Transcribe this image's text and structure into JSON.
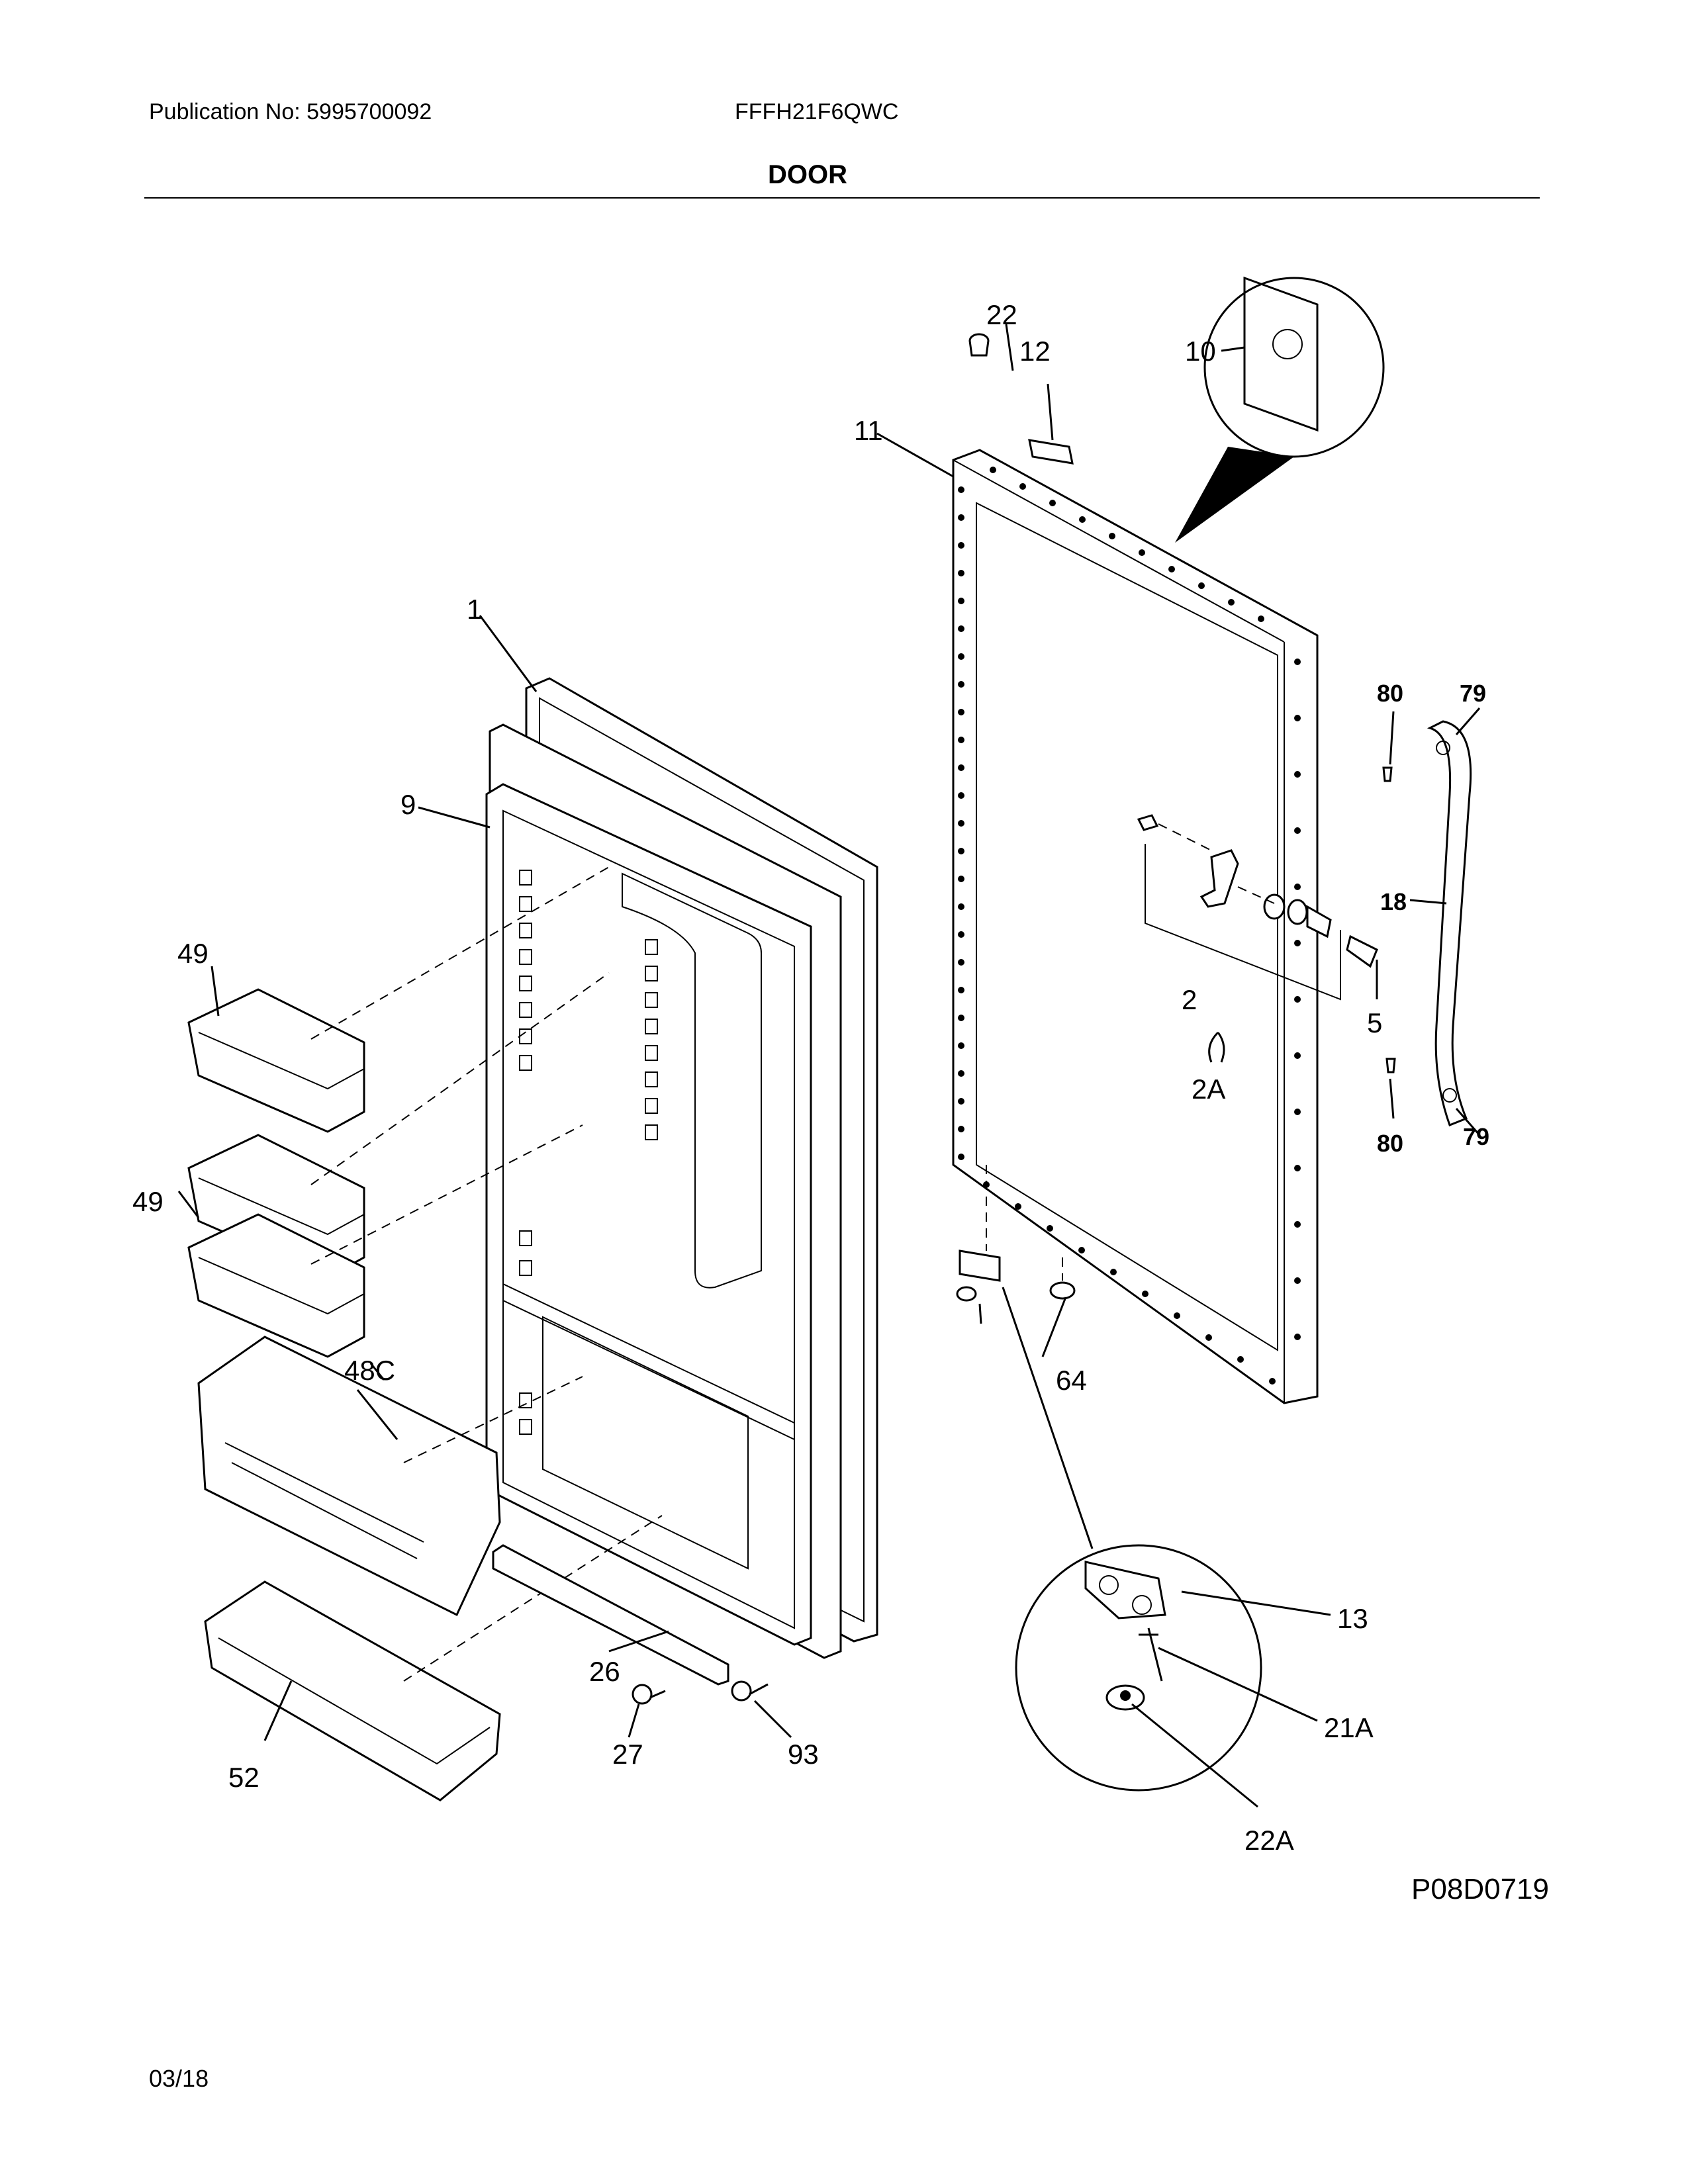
{
  "header": {
    "publication": "Publication No: 5995700092",
    "model": "FFFH21F6QWC",
    "section_title": "DOOR"
  },
  "footer": {
    "figure_code": "P08D0719",
    "date": "03/18"
  },
  "callouts": {
    "p1": "1",
    "p2": "2",
    "p2a": "2A",
    "p5": "5",
    "p9": "9",
    "p10": "10",
    "p11": "11",
    "p12": "12",
    "p13": "13",
    "p18": "18",
    "p21a": "21A",
    "p22": "22",
    "p22a": "22A",
    "p26": "26",
    "p27": "27",
    "p48c": "48C",
    "p49a": "49",
    "p49b": "49",
    "p52": "52",
    "p64": "64",
    "p79a": "79",
    "p79b": "79",
    "p80a": "80",
    "p80b": "80",
    "p93": "93"
  }
}
